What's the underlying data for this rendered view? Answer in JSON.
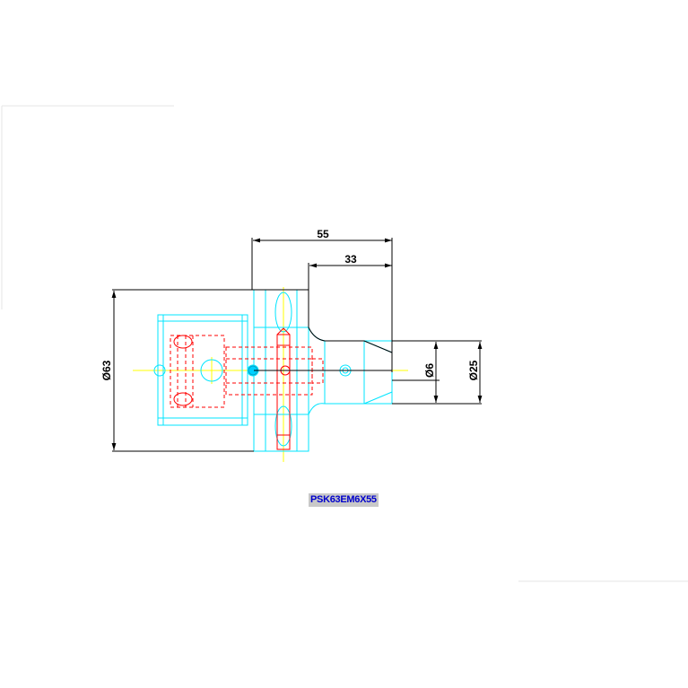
{
  "drawing": {
    "part_number": "PSK63EM6X55",
    "dimensions": {
      "overall_length": "55",
      "shank_length": "33",
      "outer_diameter": "Ø63",
      "bore_diameter": "Ø6",
      "nose_diameter": "Ø25"
    }
  },
  "colors": {
    "outline": "#000000",
    "body": "#00e5ff",
    "hidden": "#ff0000",
    "centerline": "#ffff00",
    "label_text": "#0000cc",
    "label_bg": "#c8c8c8"
  }
}
